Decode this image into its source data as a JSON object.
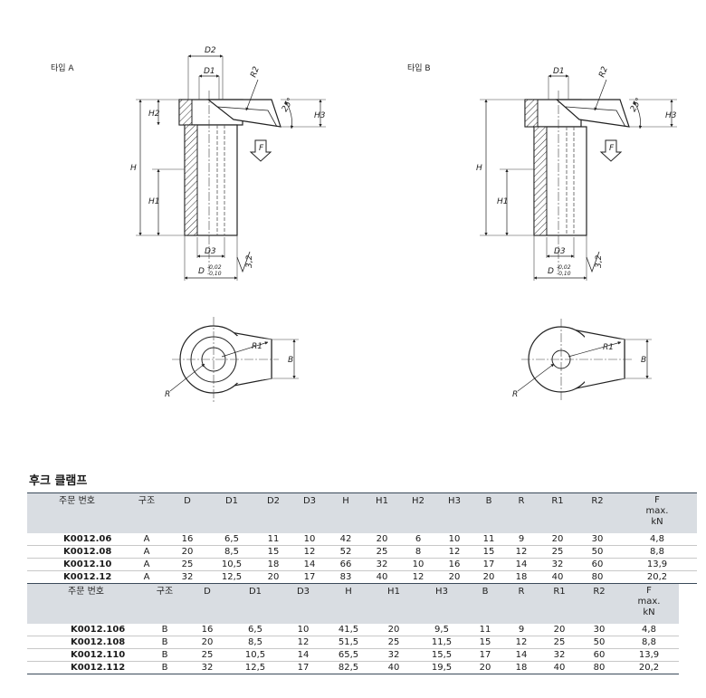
{
  "drawing": {
    "type_a_label": "타입 A",
    "type_b_label": "타입 B",
    "dims": {
      "D2": "D2",
      "D1": "D1",
      "R2": "R2",
      "H2": "H2",
      "H3": "H3",
      "angle": "25°",
      "H": "H",
      "H1": "H1",
      "F": "F",
      "D3": "D3",
      "D": "D",
      "tol_upper": "-0,02",
      "tol_lower": "-0,10",
      "roughness": "3,2",
      "R1": "R1",
      "B": "B",
      "R": "R"
    }
  },
  "section_title": "후크 클램프",
  "table_a": {
    "headers": [
      "주문 번호",
      "구조",
      "D",
      "D1",
      "D2",
      "D3",
      "H",
      "H1",
      "H2",
      "H3",
      "B",
      "R",
      "R1",
      "R2"
    ],
    "f_header": [
      "F",
      "max.",
      "kN"
    ],
    "rows": [
      [
        "K0012.06",
        "A",
        "16",
        "6,5",
        "11",
        "10",
        "42",
        "20",
        "6",
        "10",
        "11",
        "9",
        "20",
        "30",
        "4,8"
      ],
      [
        "K0012.08",
        "A",
        "20",
        "8,5",
        "15",
        "12",
        "52",
        "25",
        "8",
        "12",
        "15",
        "12",
        "25",
        "50",
        "8,8"
      ],
      [
        "K0012.10",
        "A",
        "25",
        "10,5",
        "18",
        "14",
        "66",
        "32",
        "10",
        "16",
        "17",
        "14",
        "32",
        "60",
        "13,9"
      ],
      [
        "K0012.12",
        "A",
        "32",
        "12,5",
        "20",
        "17",
        "83",
        "40",
        "12",
        "20",
        "20",
        "18",
        "40",
        "80",
        "20,2"
      ]
    ]
  },
  "table_b": {
    "headers": [
      "주문 번호",
      "구조",
      "D",
      "D1",
      "D3",
      "H",
      "H1",
      "H3",
      "B",
      "R",
      "R1",
      "R2"
    ],
    "f_header": [
      "F",
      "max.",
      "kN"
    ],
    "rows": [
      [
        "K0012.106",
        "B",
        "16",
        "6,5",
        "10",
        "41,5",
        "20",
        "9,5",
        "11",
        "9",
        "20",
        "30",
        "4,8"
      ],
      [
        "K0012.108",
        "B",
        "20",
        "8,5",
        "12",
        "51,5",
        "25",
        "11,5",
        "15",
        "12",
        "25",
        "50",
        "8,8"
      ],
      [
        "K0012.110",
        "B",
        "25",
        "10,5",
        "14",
        "65,5",
        "32",
        "15,5",
        "17",
        "14",
        "32",
        "60",
        "13,9"
      ],
      [
        "K0012.112",
        "B",
        "32",
        "12,5",
        "17",
        "82,5",
        "40",
        "19,5",
        "20",
        "18",
        "40",
        "80",
        "20,2"
      ]
    ]
  }
}
